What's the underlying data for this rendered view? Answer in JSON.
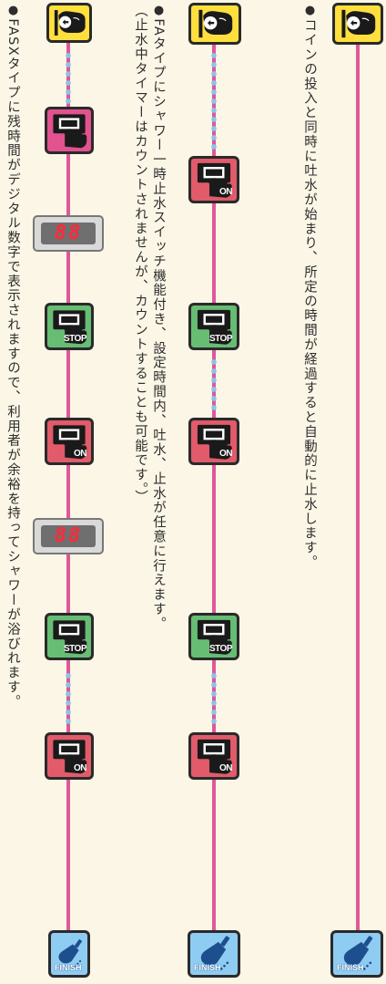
{
  "icons": {
    "start": "coin-insert-icon",
    "on": "shower-on-switch-icon",
    "stop": "shower-stop-switch-icon",
    "push": "push-switch-icon",
    "finish": "finish-icon"
  },
  "colors": {
    "background": "#fbf6e6",
    "flow_line": "#e0579a",
    "pause_dots": "#86c6ea",
    "start": "#ffdf3e",
    "on": "#e15b6a",
    "stop": "#67bd73",
    "push": "#e2528e",
    "finish": "#8fccf2",
    "display_digits": "#ff2a3a"
  },
  "labels": {
    "on": "ON",
    "stop": "STOP",
    "finish": "FINISH"
  },
  "columns": {
    "basic": {
      "bullet": "●",
      "note": "コインの投入と同時に吐水が始まり、所定の時間が経過すると自動的に止水します。"
    },
    "fa": {
      "bullet": "●",
      "note_line1": "FAタイプにシャワー一時止水スイッチ機能付き、設定時間内、吐水、止水が任意に行えます。",
      "note_line2": "（止水中タイマーはカウントされませんが、カウントすることも可能です。）"
    },
    "fasx": {
      "bullet": "●",
      "note": "FASXタイプに残時間がデジタル数字で表示されますので、利用者が余裕を持ってシャワーが浴びれます。",
      "display1": "88",
      "display2": "88"
    }
  }
}
